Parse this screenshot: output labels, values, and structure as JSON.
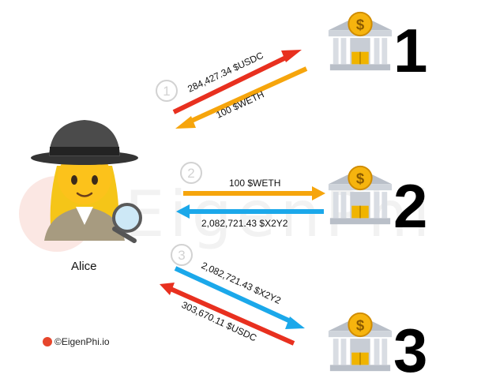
{
  "watermark": {
    "text": "EigenPhi"
  },
  "actor": {
    "name": "Alice"
  },
  "steps": [
    {
      "number": "1",
      "out_amount": "284,427.34 $USDC",
      "in_amount": "100 $WETH"
    },
    {
      "number": "2",
      "out_amount": "100 $WETH",
      "in_amount": "2,082,721.43 $X2Y2"
    },
    {
      "number": "3",
      "out_amount": "2,082,721.43 $X2Y2",
      "in_amount": "303,670.11 $USDC"
    }
  ],
  "banks": [
    {
      "label": "1",
      "icon": "bank-icon"
    },
    {
      "label": "2",
      "icon": "bank-icon"
    },
    {
      "label": "3",
      "icon": "bank-icon"
    }
  ],
  "credit": {
    "text": "©EigenPhi.io"
  },
  "colors": {
    "usdc_arrow": "#e8301f",
    "weth_arrow": "#f6a50c",
    "x2y2_arrow": "#1ba8ea",
    "step_circle": "#d2d2d2"
  }
}
